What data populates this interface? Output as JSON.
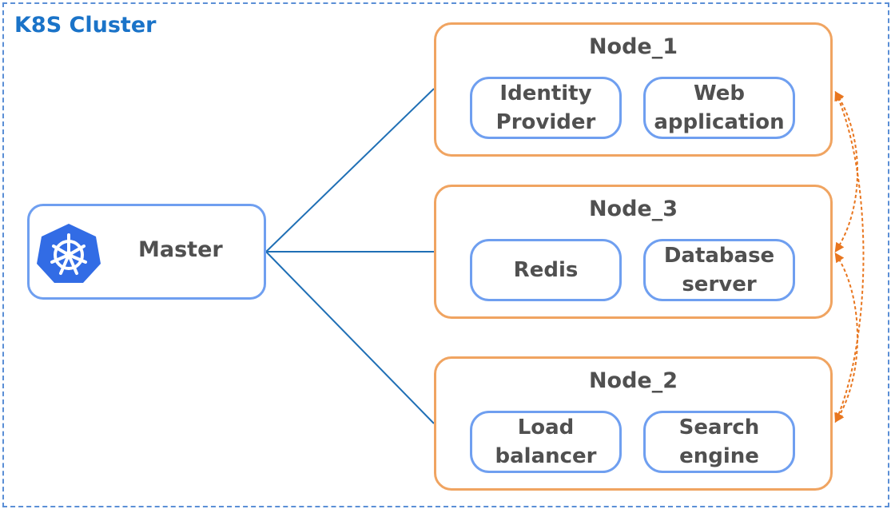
{
  "cluster": {
    "title": "K8S Cluster"
  },
  "master": {
    "label": "Master",
    "icon": "kubernetes-logo-icon",
    "logo_color": "#326ce5"
  },
  "nodes": [
    {
      "title": "Node_1",
      "services": [
        {
          "line1": "Identity",
          "line2": "Provider"
        },
        {
          "line1": "Web",
          "line2": "application"
        }
      ]
    },
    {
      "title": "Node_3",
      "services": [
        {
          "line1": "Redis",
          "line2": ""
        },
        {
          "line1": "Database",
          "line2": "server"
        }
      ]
    },
    {
      "title": "Node_2",
      "services": [
        {
          "line1": "Load",
          "line2": "balancer"
        },
        {
          "line1": "Search",
          "line2": "engine"
        }
      ]
    }
  ],
  "colors": {
    "cluster_border": "#5b8fd6",
    "node_border": "#f0a461",
    "service_border": "#6f9ff0",
    "link_line": "#1f6fb5",
    "arrow": "#e8761f"
  }
}
